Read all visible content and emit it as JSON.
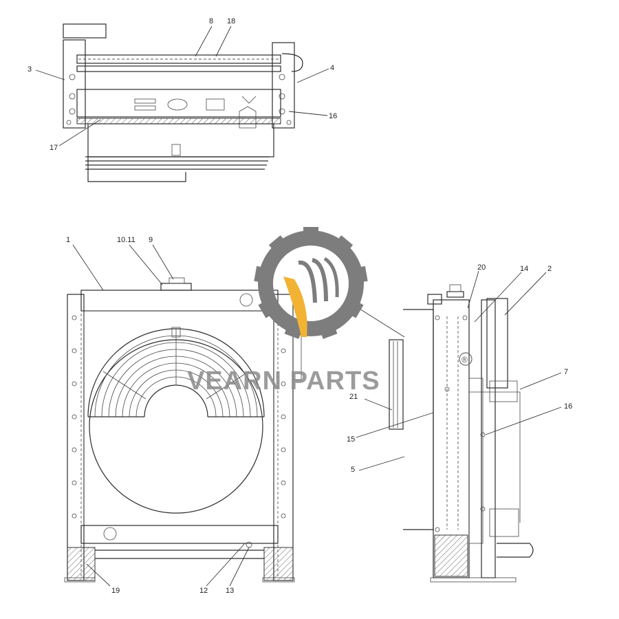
{
  "watermark": {
    "brand": "VEARN PARTS",
    "registered": "®",
    "gear_color": "#7d7d7d",
    "accent_color": "#f2b233"
  },
  "callouts": {
    "top_view": [
      "8",
      "18",
      "3",
      "4",
      "16",
      "17"
    ],
    "front_view": [
      "1",
      "10.11",
      "9",
      "19",
      "12",
      "13"
    ],
    "side_view": [
      "20",
      "14",
      "2",
      "15",
      "7",
      "21",
      "15",
      "16",
      "5"
    ]
  }
}
